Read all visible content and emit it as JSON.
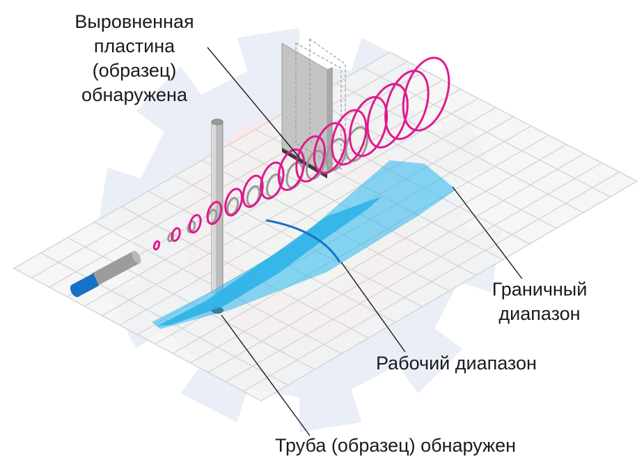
{
  "labels": {
    "plate": [
      "Выровненная",
      "пластина",
      "(образец)",
      "обнаружена"
    ],
    "boundary": [
      "Граничный",
      "диапазон"
    ],
    "working": "Рабочий диапазон",
    "tube": "Труба (образец) обнаружен"
  },
  "colors": {
    "beam_coil": "#e0198c",
    "beam_coil_back": "#9a9a9a",
    "boundary_zone": "#2ab8ee",
    "working_zone": "#28b0e8",
    "sensor_tip": "#1672c6",
    "sensor_body": "#9c9c9c",
    "grid_line": "#d5d5d5",
    "grid_fill": "#f3f3f3",
    "watermark_gear": "#e8ecf6",
    "watermark_center": "#fbe5e5"
  }
}
